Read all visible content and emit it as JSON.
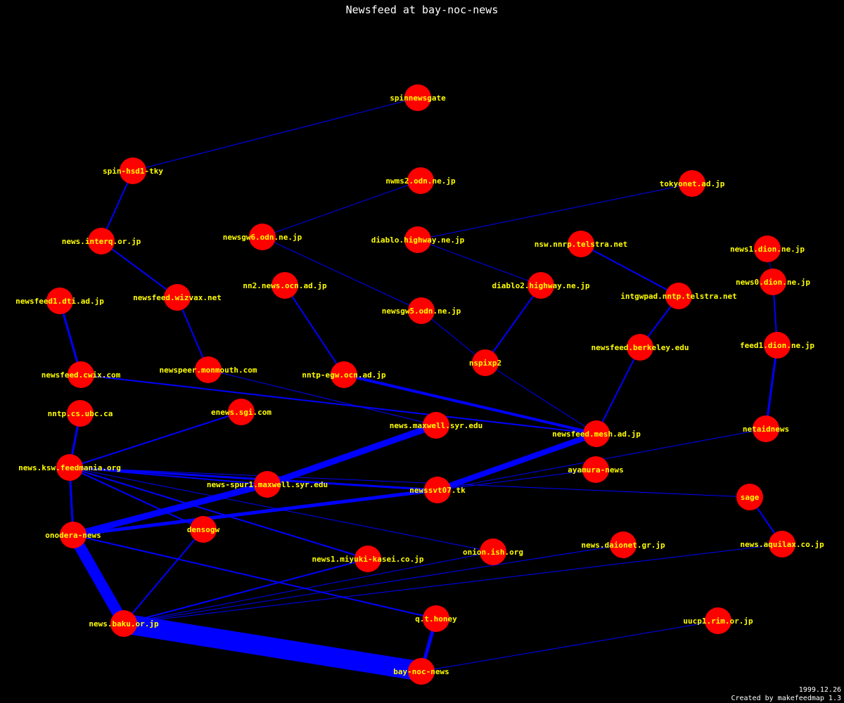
{
  "title": "Newsfeed at bay-noc-news",
  "footer": {
    "date": "1999.12.26",
    "credit": "Created by makefeedmap 1.3"
  },
  "colors": {
    "background": "#000000",
    "node": "#ff0000",
    "edge": "#0000ff",
    "label": "#ffff00",
    "text": "#ffffff"
  },
  "nodes": [
    {
      "id": "spinnewsgate",
      "label": "spinnewsgate"
    },
    {
      "id": "spin-hsd1-tky",
      "label": "spin-hsd1-tky"
    },
    {
      "id": "nwms2",
      "label": "nwms2.odn.ne.jp"
    },
    {
      "id": "tokyonet",
      "label": "tokyonet.ad.jp"
    },
    {
      "id": "interq",
      "label": "news.interq.or.jp"
    },
    {
      "id": "newsgw6",
      "label": "newsgw6.odn.ne.jp"
    },
    {
      "id": "diablo",
      "label": "diablo.highway.ne.jp"
    },
    {
      "id": "nsw",
      "label": "nsw.nnrp.telstra.net"
    },
    {
      "id": "dion1",
      "label": "news1.dion.ne.jp"
    },
    {
      "id": "dion0",
      "label": "news0.dion.ne.jp"
    },
    {
      "id": "nn2ocn",
      "label": "nn2.news.ocn.ad.jp"
    },
    {
      "id": "diablo2",
      "label": "diablo2.highway.ne.jp"
    },
    {
      "id": "wizvax",
      "label": "newsfeed.wizvax.net"
    },
    {
      "id": "dti",
      "label": "newsfeed1.dti.ad.jp"
    },
    {
      "id": "newsgw5",
      "label": "newsgw5.odn.ne.jp"
    },
    {
      "id": "intgwpad",
      "label": "intgwpad.nntp.telstra.net"
    },
    {
      "id": "feed1dion",
      "label": "feed1.dion.ne.jp"
    },
    {
      "id": "berkeley",
      "label": "newsfeed.berkeley.edu"
    },
    {
      "id": "nspixp2",
      "label": "nspixp2"
    },
    {
      "id": "cwix",
      "label": "newsfeed.cwix.com"
    },
    {
      "id": "monmouth",
      "label": "newspeer.monmouth.com"
    },
    {
      "id": "nntpegw",
      "label": "nntp-egw.ocn.ad.jp"
    },
    {
      "id": "ubc",
      "label": "nntp.cs.ubc.ca"
    },
    {
      "id": "sgi",
      "label": "enews.sgi.com"
    },
    {
      "id": "maxwell",
      "label": "news.maxwell.syr.edu"
    },
    {
      "id": "mesh",
      "label": "newsfeed.mesh.ad.jp"
    },
    {
      "id": "netaid",
      "label": "netaidnews"
    },
    {
      "id": "feedmania",
      "label": "news.ksw.feedmania.org"
    },
    {
      "id": "ayamura",
      "label": "ayamura-news"
    },
    {
      "id": "spur1",
      "label": "news-spur1.maxwell.syr.edu"
    },
    {
      "id": "newssvt07",
      "label": "newssvt07.tk"
    },
    {
      "id": "sage",
      "label": "sage"
    },
    {
      "id": "onodera",
      "label": "onodera-news"
    },
    {
      "id": "densogw",
      "label": "densogw"
    },
    {
      "id": "daionet",
      "label": "news.daionet.gr.jp"
    },
    {
      "id": "aquilax",
      "label": "news.aquilax.co.jp"
    },
    {
      "id": "miyuki",
      "label": "news1.miyuki-kasei.co.jp"
    },
    {
      "id": "onion",
      "label": "onion.ish.org"
    },
    {
      "id": "baku",
      "label": "news.baku.or.jp"
    },
    {
      "id": "honey",
      "label": "q.t.honey"
    },
    {
      "id": "uucp1",
      "label": "uucp1.rim.or.jp"
    },
    {
      "id": "baynoc",
      "label": "bay-noc-news"
    }
  ],
  "edges": [
    {
      "from": "spinnewsgate",
      "to": "spin-hsd1-tky",
      "weight": 1
    },
    {
      "from": "spin-hsd1-tky",
      "to": "interq",
      "weight": 2
    },
    {
      "from": "interq",
      "to": "wizvax",
      "weight": 2
    },
    {
      "from": "wizvax",
      "to": "monmouth",
      "weight": 2
    },
    {
      "from": "monmouth",
      "to": "maxwell",
      "weight": 1
    },
    {
      "from": "nwms2",
      "to": "newsgw6",
      "weight": 1
    },
    {
      "from": "newsgw6",
      "to": "newsgw5",
      "weight": 1
    },
    {
      "from": "newsgw5",
      "to": "nspixp2",
      "weight": 1
    },
    {
      "from": "tokyonet",
      "to": "diablo",
      "weight": 1
    },
    {
      "from": "diablo",
      "to": "diablo2",
      "weight": 1
    },
    {
      "from": "diablo2",
      "to": "nspixp2",
      "weight": 2
    },
    {
      "from": "nspixp2",
      "to": "mesh",
      "weight": 1
    },
    {
      "from": "nsw",
      "to": "intgwpad",
      "weight": 2
    },
    {
      "from": "intgwpad",
      "to": "berkeley",
      "weight": 2
    },
    {
      "from": "berkeley",
      "to": "mesh",
      "weight": 2
    },
    {
      "from": "dion1",
      "to": "dion0",
      "weight": 1
    },
    {
      "from": "dion0",
      "to": "feed1dion",
      "weight": 2
    },
    {
      "from": "feed1dion",
      "to": "netaid",
      "weight": 3
    },
    {
      "from": "netaid",
      "to": "newssvt07",
      "weight": 1
    },
    {
      "from": "nn2ocn",
      "to": "nntpegw",
      "weight": 2
    },
    {
      "from": "nntpegw",
      "to": "mesh",
      "weight": 4
    },
    {
      "from": "dti",
      "to": "cwix",
      "weight": 3
    },
    {
      "from": "cwix",
      "to": "mesh",
      "weight": 2
    },
    {
      "from": "ubc",
      "to": "feedmania",
      "weight": 3
    },
    {
      "from": "sgi",
      "to": "feedmania",
      "weight": 2
    },
    {
      "from": "feedmania",
      "to": "onodera",
      "weight": 3
    },
    {
      "from": "feedmania",
      "to": "newssvt07",
      "weight": 3
    },
    {
      "from": "feedmania",
      "to": "spur1",
      "weight": 2
    },
    {
      "from": "feedmania",
      "to": "densogw",
      "weight": 2
    },
    {
      "from": "feedmania",
      "to": "miyuki",
      "weight": 2
    },
    {
      "from": "feedmania",
      "to": "onion",
      "weight": 1
    },
    {
      "from": "feedmania",
      "to": "sage",
      "weight": 1
    },
    {
      "from": "ayamura",
      "to": "newssvt07",
      "weight": 1
    },
    {
      "from": "mesh",
      "to": "newssvt07",
      "weight": 8
    },
    {
      "from": "newssvt07",
      "to": "onodera",
      "weight": 5
    },
    {
      "from": "maxwell",
      "to": "spur1",
      "weight": 9
    },
    {
      "from": "spur1",
      "to": "onodera",
      "weight": 9
    },
    {
      "from": "sage",
      "to": "aquilax",
      "weight": 2
    },
    {
      "from": "onodera",
      "to": "honey",
      "weight": 2
    },
    {
      "from": "onodera",
      "to": "baku",
      "weight": 16
    },
    {
      "from": "densogw",
      "to": "baku",
      "weight": 2
    },
    {
      "from": "miyuki",
      "to": "baku",
      "weight": 2
    },
    {
      "from": "onion",
      "to": "baku",
      "weight": 1
    },
    {
      "from": "daionet",
      "to": "baku",
      "weight": 1
    },
    {
      "from": "aquilax",
      "to": "baku",
      "weight": 1
    },
    {
      "from": "baku",
      "to": "baynoc",
      "weight": 28
    },
    {
      "from": "honey",
      "to": "baynoc",
      "weight": 5
    },
    {
      "from": "uucp1",
      "to": "baynoc",
      "weight": 1
    }
  ]
}
